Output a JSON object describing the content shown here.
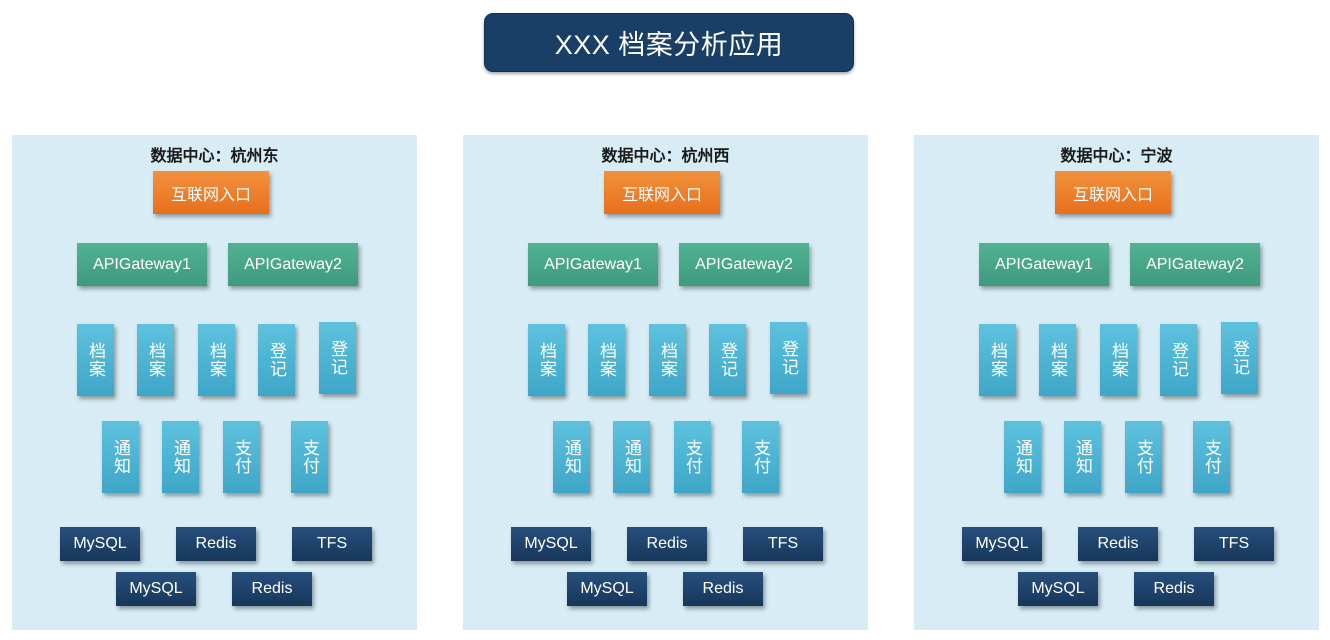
{
  "title": "XXX 档案分析应用",
  "data_centers": [
    {
      "name": "数据中心：杭州东",
      "entry": "互联网入口",
      "gateways": [
        "APIGateway1",
        "APIGateway2"
      ],
      "services_row1": [
        "档案",
        "档案",
        "档案",
        "登记",
        "登记"
      ],
      "services_row2": [
        "通知",
        "通知",
        "支付",
        "支付"
      ],
      "storage_row1": [
        "MySQL",
        "Redis",
        "TFS"
      ],
      "storage_row2": [
        "MySQL",
        "Redis"
      ]
    },
    {
      "name": "数据中心：杭州西",
      "entry": "互联网入口",
      "gateways": [
        "APIGateway1",
        "APIGateway2"
      ],
      "services_row1": [
        "档案",
        "档案",
        "档案",
        "登记",
        "登记"
      ],
      "services_row2": [
        "通知",
        "通知",
        "支付",
        "支付"
      ],
      "storage_row1": [
        "MySQL",
        "Redis",
        "TFS"
      ],
      "storage_row2": [
        "MySQL",
        "Redis"
      ]
    },
    {
      "name": "数据中心：宁波",
      "entry": "互联网入口",
      "gateways": [
        "APIGateway1",
        "APIGateway2"
      ],
      "services_row1": [
        "档案",
        "档案",
        "档案",
        "登记",
        "登记"
      ],
      "services_row2": [
        "通知",
        "通知",
        "支付",
        "支付"
      ],
      "storage_row1": [
        "MySQL",
        "Redis",
        "TFS"
      ],
      "storage_row2": [
        "MySQL",
        "Redis"
      ]
    }
  ]
}
